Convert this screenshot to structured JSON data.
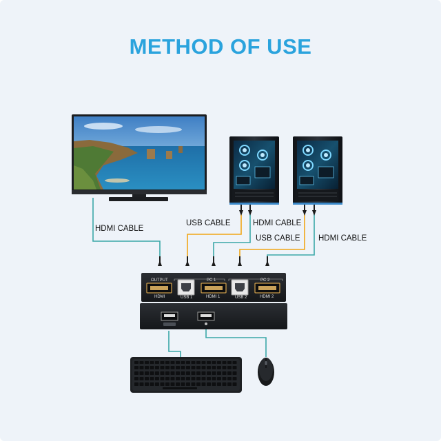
{
  "title": "METHOD OF USE",
  "labels": {
    "hdmi_cable_monitor": "HDMI CABLE",
    "usb_cable_pc1": "USB CABLE",
    "hdmi_cable_pc1": "HDMI CABLE",
    "usb_cable_pc2": "USB CABLE",
    "hdmi_cable_pc2": "HDMI CABLE"
  },
  "ports": {
    "output": "OUTPUT",
    "hdmi": "HDMI",
    "usb1": "USB 1",
    "pc1": "PC 1",
    "hdmi1": "HDMI 1",
    "usb2": "USB 2",
    "pc2": "PC 2",
    "hdmi2": "HDMI 2"
  },
  "colors": {
    "title": "#2aa3dd",
    "hdmi_cable": "#3aa8a8",
    "usb_cable": "#f0a616",
    "background": "#eef3f9"
  },
  "icons": [
    "monitor-icon",
    "pc-tower-icon",
    "kvm-switch-icon",
    "keyboard-icon",
    "mouse-icon"
  ]
}
